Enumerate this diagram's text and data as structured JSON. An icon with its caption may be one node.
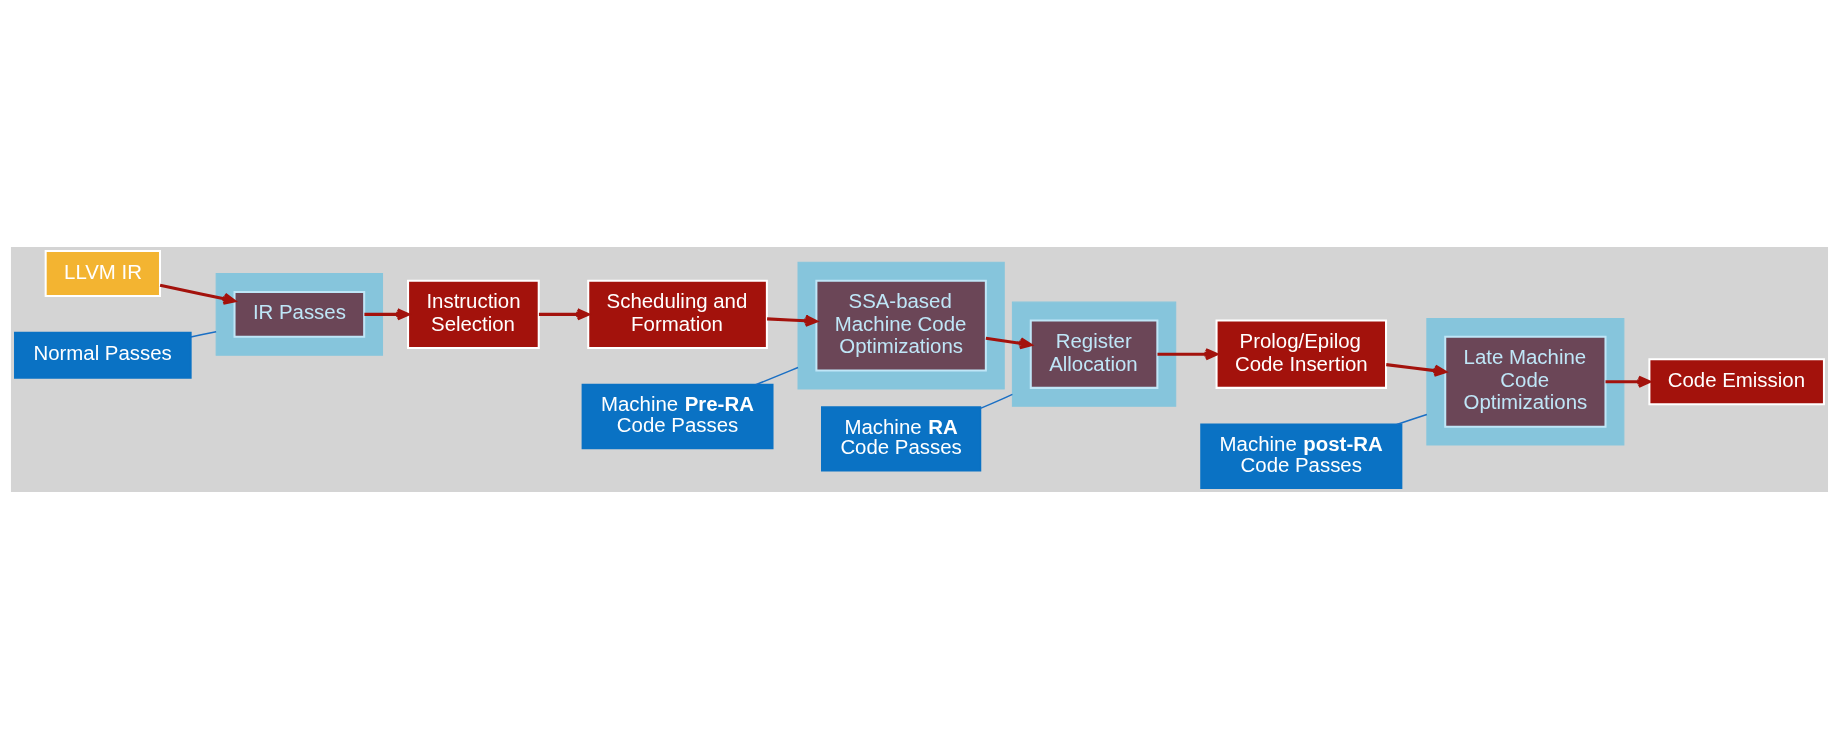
{
  "diagram": {
    "nodes": [
      {
        "text": [
          "LLVM IR"
        ]
      },
      {
        "text": [
          "Normal Passes"
        ]
      },
      {
        "text": [
          "Machine **post-RA** Code Passes"
        ]
      },
      {
        "text": [
          "Machine **RA** Code Passes"
        ]
      },
      {
        "text": [
          "Machine **Pre-RA** Code Passes"
        ]
      },
      {
        "text": [],
        "shape": "box"
      },
      {
        "text": [
          "IR Passes"
        ],
        "in": 5
      },
      {
        "text": [
          "Instruction Selection"
        ]
      },
      {
        "text": [
          "Scheduling and Formation"
        ]
      },
      {
        "text": [],
        "shape": "box"
      },
      {
        "text": [
          "SSA-based Machine Code Optimizations"
        ],
        "in": 9
      },
      {
        "text": [],
        "shape": "box"
      },
      {
        "text": [
          "Late Machine Code Optimizations"
        ],
        "in": 11
      },
      {
        "text": [],
        "shape": "box"
      },
      {
        "text": [
          "Register Allocation"
        ],
        "in": 13
      },
      {
        "text": [
          "Code Emission"
        ]
      },
      {
        "text": [
          "Prolog/Epilog Code Insertion"
        ]
      }
    ],
    "edges": [
      {
        "from": 0,
        "to": 6,
        "arrow": "to"
      },
      {
        "from": 6,
        "to": 7,
        "arrow": "to"
      },
      {
        "from": 7,
        "to": 8,
        "arrow": "to"
      },
      {
        "from": 8,
        "to": 10,
        "arrow": "to"
      },
      {
        "from": 10,
        "to": 14,
        "arrow": "to"
      },
      {
        "from": 14,
        "to": 16,
        "arrow": "to"
      },
      {
        "from": 16,
        "to": 12,
        "arrow": "to"
      },
      {
        "from": 12,
        "to": 15,
        "arrow": "to"
      },
      {
        "from": 1,
        "to": 5,
        "arrow": "none",
        "color": "#1a6fc4"
      },
      {
        "from": 2,
        "to": 11,
        "arrow": "none",
        "color": "#1a6fc4"
      },
      {
        "from": 3,
        "to": 13,
        "arrow": "none",
        "color": "#1a6fc4"
      },
      {
        "from": 4,
        "to": 9,
        "arrow": "none",
        "color": "#1a6fc4"
      }
    ]
  }
}
